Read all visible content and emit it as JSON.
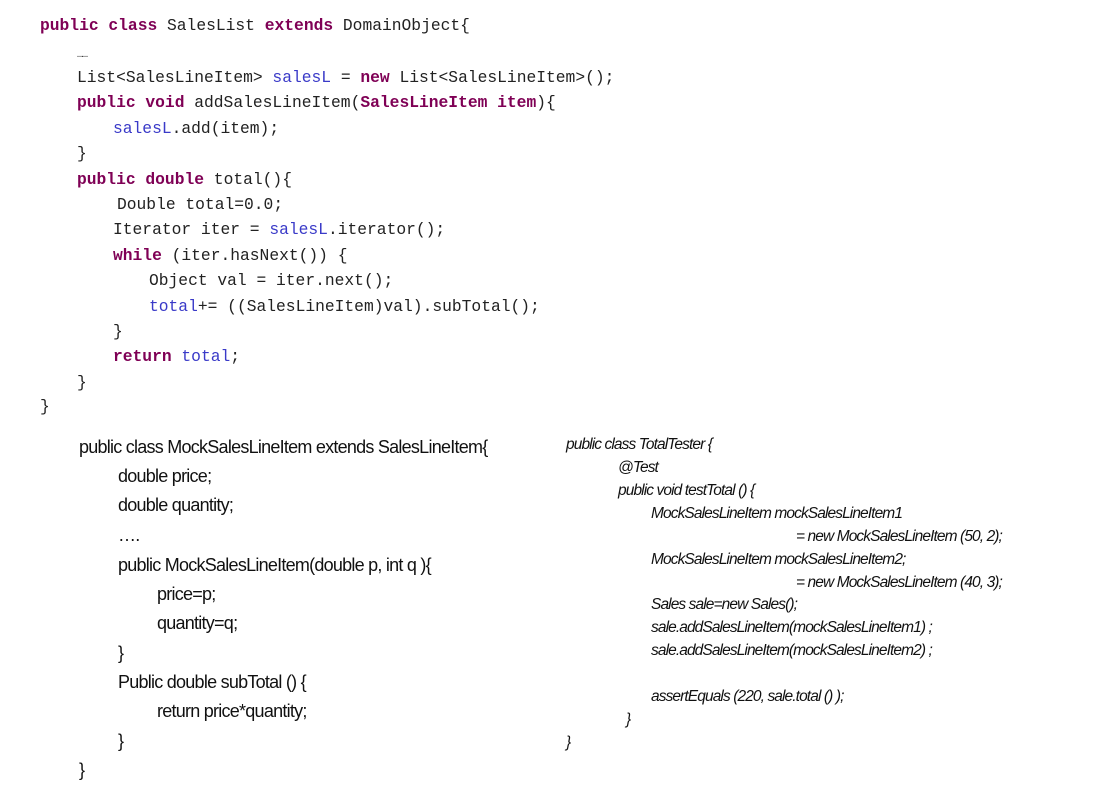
{
  "sales_list_code": [
    [
      {
        "t": "public class ",
        "k": "kw"
      },
      {
        "t": "SalesList "
      },
      {
        "t": "extends ",
        "k": "kw"
      },
      {
        "t": "DomainObject{"
      }
    ],
    [
      {
        "t": "……",
        "k": "dots"
      }
    ],
    [
      {
        "t": "List<SalesLineItem> "
      },
      {
        "t": "salesL",
        "k": "fld"
      },
      {
        "t": " = "
      },
      {
        "t": "new ",
        "k": "kw"
      },
      {
        "t": "List<SalesLineItem>();"
      }
    ],
    [
      {
        "t": "public void ",
        "k": "kw"
      },
      {
        "t": "addSalesLineItem("
      },
      {
        "t": "SalesLineItem item",
        "k": "kw"
      },
      {
        "t": "){"
      }
    ],
    [
      {
        "t": "salesL",
        "k": "fld"
      },
      {
        "t": ".add(item);"
      }
    ],
    [
      {
        "t": "}"
      }
    ],
    [
      {
        "t": "public double ",
        "k": "kw"
      },
      {
        "t": "total(){"
      }
    ],
    [
      {
        "t": "Double total=0.0;"
      }
    ],
    [
      {
        "t": "Iterator iter = "
      },
      {
        "t": "salesL",
        "k": "fld"
      },
      {
        "t": ".iterator();"
      }
    ],
    [
      {
        "t": "while ",
        "k": "kw"
      },
      {
        "t": "(iter.hasNext()) {"
      }
    ],
    [
      {
        "t": "Object val = iter.next();"
      }
    ],
    [
      {
        "t": "total",
        "k": "fld"
      },
      {
        "t": "+= ((SalesLineItem)val).subTotal();"
      }
    ],
    [
      {
        "t": "}"
      }
    ],
    [
      {
        "t": "return ",
        "k": "kw"
      },
      {
        "t": "total",
        "k": "fld"
      },
      {
        "t": ";"
      }
    ],
    [
      {
        "t": "}"
      }
    ],
    [
      {
        "t": "}"
      }
    ]
  ],
  "mock_code": [
    "public class MockSalesLineItem extends SalesLineItem{",
    "double price;",
    "double quantity;",
    "….",
    "public MockSalesLineItem(double p, int q ){",
    "price=p;",
    "quantity=q;",
    "}",
    "Public double subTotal () {",
    "return price*quantity;",
    "}",
    "}"
  ],
  "tester_code": [
    "public class TotalTester {",
    "@Test",
    "public void testTotal () {",
    "MockSalesLineItem mockSalesLineItem1",
    "= new MockSalesLineItem (50, 2);",
    "MockSalesLineItem mockSalesLineItem2;",
    "= new MockSalesLineItem (40, 3);",
    "Sales sale=new Sales();",
    "sale.addSalesLineItem(mockSalesLineItem1) ;",
    "sale.addSalesLineItem(mockSalesLineItem2) ;",
    "assertEquals (220, sale.total () );",
    "}",
    "}"
  ]
}
